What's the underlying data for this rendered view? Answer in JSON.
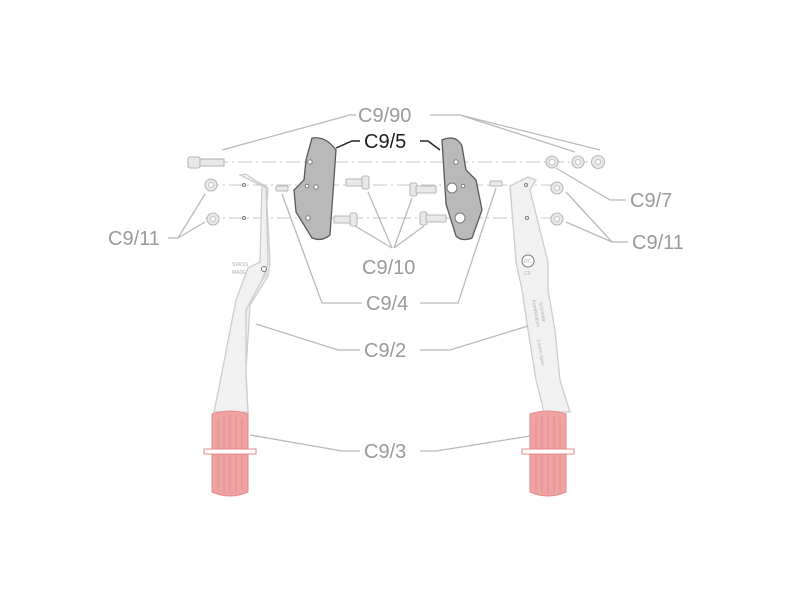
{
  "labels": {
    "c9_90": "C9/90",
    "c9_5": "C9/5",
    "c9_7": "C9/7",
    "c9_11_left": "C9/11",
    "c9_11_right": "C9/11",
    "c9_10": "C9/10",
    "c9_4": "C9/4",
    "c9_2": "C9/2",
    "c9_3": "C9/3"
  },
  "colors": {
    "handle": "#f1f1f1",
    "grip": "#f0a3a3",
    "blade": "#b9b9b9",
    "label": "#9a9a9a",
    "label_highlight": "#1e1e1e"
  }
}
